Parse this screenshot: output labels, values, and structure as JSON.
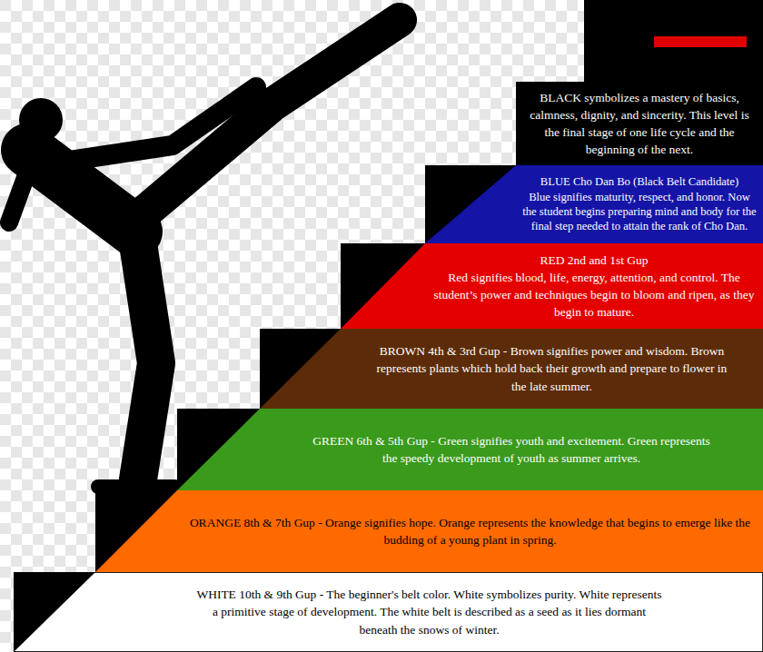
{
  "diagram": {
    "nodes": [
      {
        "text": [
          "BLACK symbolizes a mastery of basics, calmness, dignity, and sincerity. This level is the final stage of one life cycle and the beginning of the next."
        ]
      },
      {
        "text": [
          "BLUE Cho Dan Bo (Black Belt Candidate)",
          "Blue signifies maturity, respect, and honor. Now the student begins preparing mind and body for the final step needed to attain the rank of Cho Dan."
        ]
      },
      {
        "text": [
          "RED 2nd and 1st Gup",
          "Red signifies blood, life, energy, attention, and control. The student’s power and techniques begin to bloom and ripen, as they begin to mature."
        ]
      },
      {
        "text": [
          "BROWN 4th & 3rd Gup - Brown signifies power and wisdom. Brown represents plants which hold back their growth and prepare to flower in the late summer."
        ]
      },
      {
        "text": [
          "GREEN 6th & 5th Gup - Green signifies youth and excitement. Green represents the speedy development of youth as summer arrives."
        ]
      },
      {
        "text": [
          "ORANGE 8th & 7th Gup - Orange signifies hope. Orange represents the knowledge that begins to emerge like the budding of a young plant in spring."
        ]
      },
      {
        "text": [
          "WHITE 10th & 9th Gup - The beginner's belt color. White symbolizes purity. White represents a primitive stage of development. The white belt is described as a seed as it lies dormant beneath the snows of winter."
        ]
      }
    ]
  }
}
